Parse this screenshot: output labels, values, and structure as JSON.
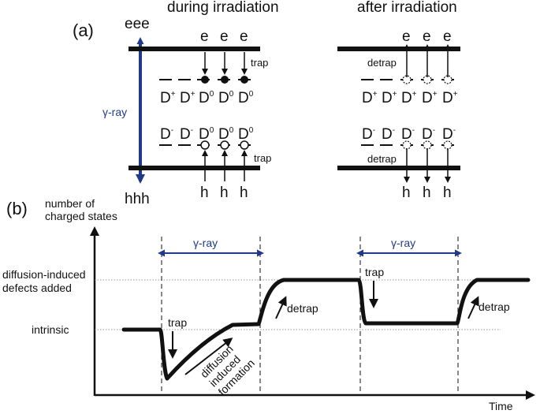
{
  "panel_a": {
    "label": "(a)",
    "during_title": "during irradiation",
    "after_title": "after irradiation",
    "electrons_top": "eee",
    "holes_bottom": "hhh",
    "gamma_label": "γ-ray",
    "electron": "e",
    "hole": "h",
    "trap": "trap",
    "detrap": "detrap",
    "during_upper_states": [
      {
        "base": "D",
        "sup": "+"
      },
      {
        "base": "D",
        "sup": "+"
      },
      {
        "base": "D",
        "sup": "0"
      },
      {
        "base": "D",
        "sup": "0"
      },
      {
        "base": "D",
        "sup": "0"
      }
    ],
    "during_lower_states": [
      {
        "base": "D",
        "sup": "-"
      },
      {
        "base": "D",
        "sup": "-"
      },
      {
        "base": "D",
        "sup": "0"
      },
      {
        "base": "D",
        "sup": "0"
      },
      {
        "base": "D",
        "sup": "0"
      }
    ],
    "after_upper_states": [
      {
        "base": "D",
        "sup": "+"
      },
      {
        "base": "D",
        "sup": "+"
      },
      {
        "base": "D",
        "sup": "+"
      },
      {
        "base": "D",
        "sup": "+"
      },
      {
        "base": "D",
        "sup": "+"
      }
    ],
    "after_lower_states": [
      {
        "base": "D",
        "sup": "-"
      },
      {
        "base": "D",
        "sup": "-"
      },
      {
        "base": "D",
        "sup": "-"
      },
      {
        "base": "D",
        "sup": "-"
      },
      {
        "base": "D",
        "sup": "-"
      }
    ]
  },
  "panel_b": {
    "label": "(b)",
    "ylabel_line1": "number of",
    "ylabel_line2": "charged states",
    "xlabel": "Time",
    "level_high_line1": "diffusion-induced",
    "level_high_line2": "defects added",
    "level_low": "intrinsic",
    "gamma_label": "γ-ray",
    "trap": "trap",
    "detrap": "detrap",
    "formation_line1": "diffusion",
    "formation_line2": "induced",
    "formation_line3": "formation"
  },
  "colors": {
    "gamma_arrow": "#1f3a8a",
    "ink": "#111111"
  }
}
